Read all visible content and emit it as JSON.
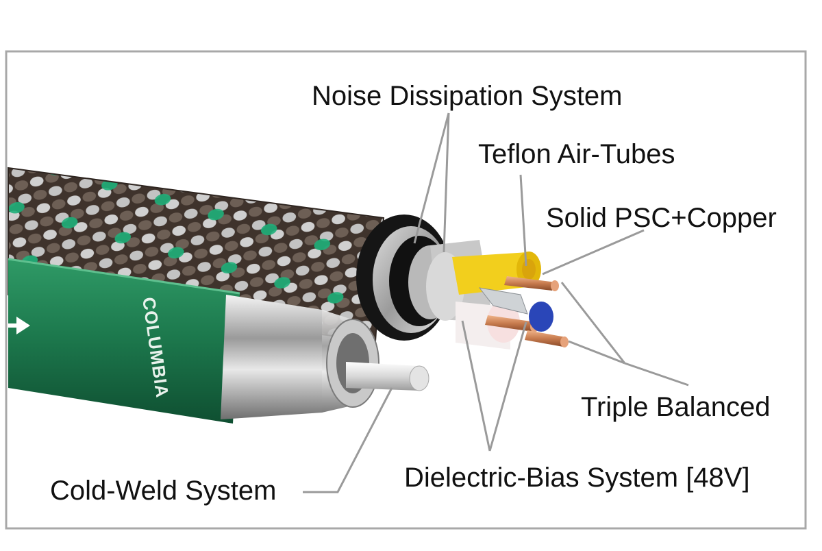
{
  "labels": {
    "noise_dissipation": "Noise Dissipation System",
    "teflon_air_tubes": "Teflon Air-Tubes",
    "solid_psc_copper": "Solid PSC+Copper",
    "triple_balanced": "Triple Balanced",
    "dielectric_bias": "Dielectric-Bias System [48V]",
    "cold_weld": "Cold-Weld System"
  },
  "connector": {
    "brand_text": "COLUMBIA",
    "arrow_icon": "right-arrow-icon"
  },
  "colors": {
    "frame": "#a8a8a8",
    "leader_lines": "#9a9a9a",
    "connector_green": "#1d7a4e",
    "braid_dark": "#4a3b32",
    "braid_light": "#b9b9b9",
    "braid_accent": "#1fb07a",
    "insulation_yellow": "#f2cf1d",
    "insulation_white": "#f4eeee",
    "insulation_blue": "#2a46b8",
    "copper": "#c77b4e"
  }
}
